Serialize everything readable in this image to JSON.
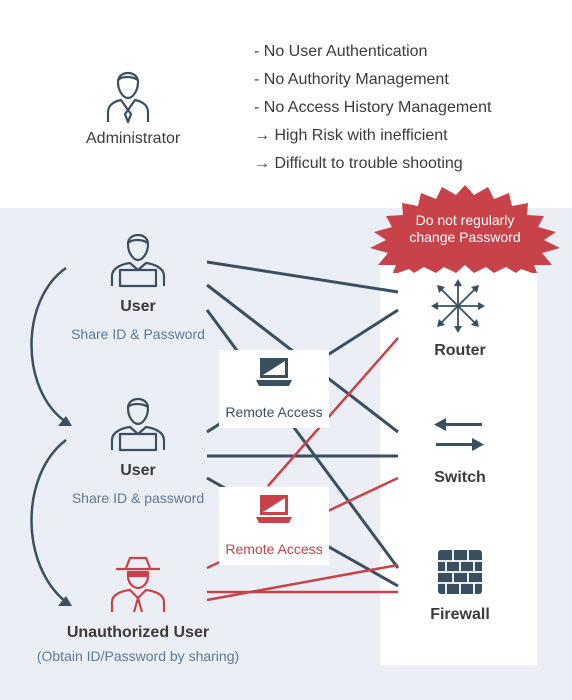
{
  "administrator": {
    "label": "Administrator",
    "icon": "administrator-icon"
  },
  "notes": [
    "- No User Authentication",
    "- No Authority Management",
    "- No Access History Management",
    "→ High Risk with inefficient",
    "→ Difficult to trouble shooting"
  ],
  "badge": {
    "line1": "Do not regularly",
    "line2": "change Password",
    "color": "#c8424a"
  },
  "users": [
    {
      "label": "User",
      "sub": "Share ID & Password"
    },
    {
      "label": "User",
      "sub": "Share ID & password"
    },
    {
      "label": "Unauthorized User",
      "sub": "(Obtain ID/Password by sharing)"
    }
  ],
  "remote_access": [
    {
      "label": "Remote Access",
      "color": "#3a4f60"
    },
    {
      "label": "Remote Access",
      "color": "#c8424a"
    }
  ],
  "devices": [
    {
      "label": "Router",
      "icon": "router-icon"
    },
    {
      "label": "Switch",
      "icon": "switch-icon"
    },
    {
      "label": "Firewall",
      "icon": "firewall-icon"
    }
  ],
  "colors": {
    "dark": "#3a4f60",
    "red": "#c8424a",
    "panel": "#eceef5"
  }
}
